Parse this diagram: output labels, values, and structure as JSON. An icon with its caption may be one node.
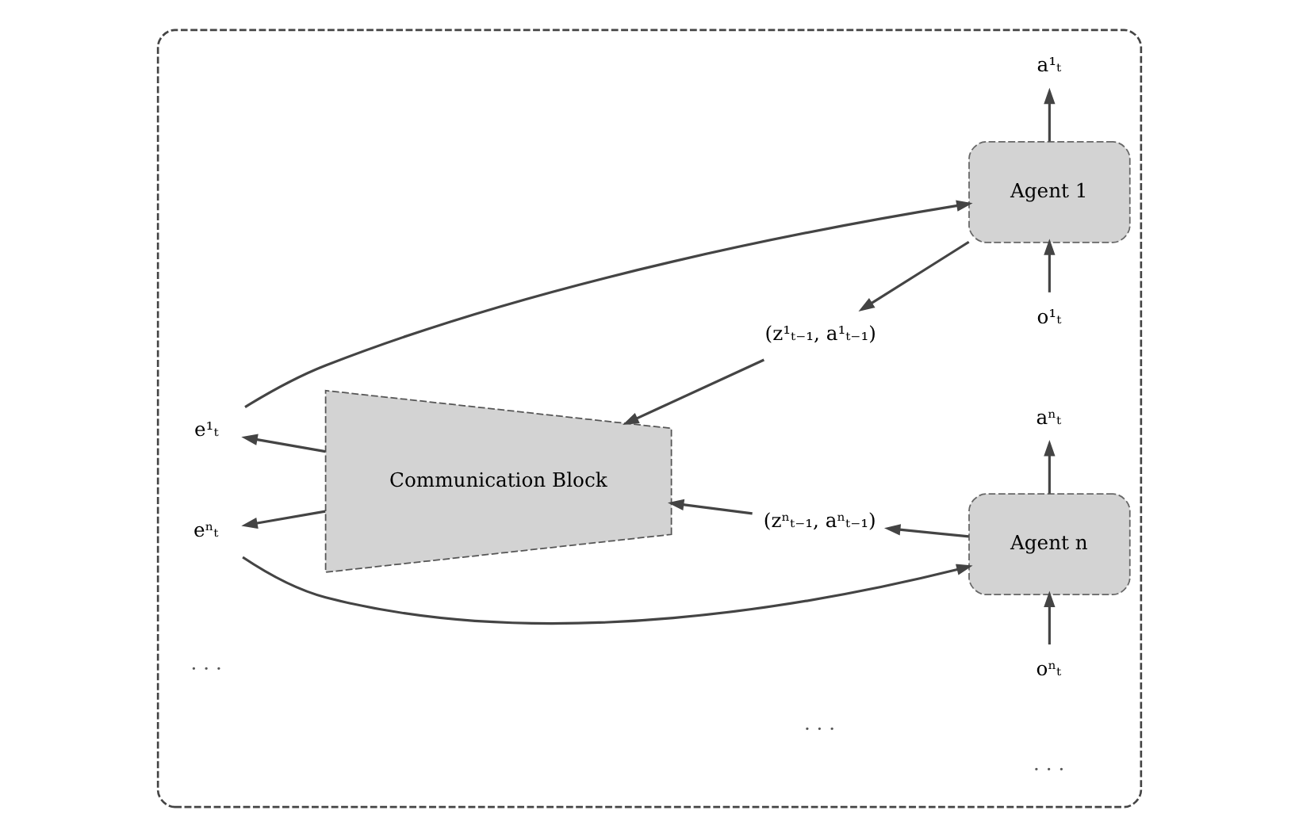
{
  "diagram": {
    "nodes": [
      {
        "text": [],
        "shape": "box"
      },
      {
        "text": [
          "o¹ₜ"
        ],
        "in": 0
      },
      {
        "text": [
          "Agent 1"
        ],
        "in": 0
      },
      {
        "text": [
          "a¹ₜ"
        ],
        "in": 0
      },
      {
        "text": [
          "(z¹ₜ₋₁, a¹ₜ₋₁)"
        ],
        "in": 0
      },
      {
        "text": [
          "Communication Block"
        ],
        "in": 0
      },
      {
        "text": [
          "e¹ₜ"
        ],
        "in": 0
      },
      {
        "text": [
          "eⁿₜ"
        ],
        "in": 0
      },
      {
        "text": [
          "(zⁿₜ₋₁, aⁿₜ₋₁)"
        ],
        "in": 0
      },
      {
        "text": [
          "Agent n"
        ],
        "in": 0
      },
      {
        "text": [
          "aⁿₜ"
        ],
        "in": 0
      },
      {
        "text": [
          "oⁿₜ"
        ],
        "in": 0
      }
    ],
    "edges": [
      {
        "from": 1,
        "to": 2,
        "arrow": "to"
      },
      {
        "from": 2,
        "to": 3,
        "arrow": "to"
      },
      {
        "from": 2,
        "to": 4,
        "arrow": "to"
      },
      {
        "from": 4,
        "to": 5,
        "arrow": "to"
      },
      {
        "from": 5,
        "to": 6,
        "arrow": "to"
      },
      {
        "from": 5,
        "to": 7,
        "arrow": "to"
      },
      {
        "from": 8,
        "to": 5,
        "arrow": "to"
      },
      {
        "from": 9,
        "to": 8,
        "arrow": "to"
      },
      {
        "from": 9,
        "to": 10,
        "arrow": "to"
      },
      {
        "from": 11,
        "to": 9,
        "arrow": "to"
      },
      {
        "from": 6,
        "to": 2,
        "arrow": "to"
      },
      {
        "from": 7,
        "to": 9,
        "arrow": "to"
      }
    ],
    "labels": [
      "· · ·",
      "· · ·",
      "· · ·"
    ]
  }
}
